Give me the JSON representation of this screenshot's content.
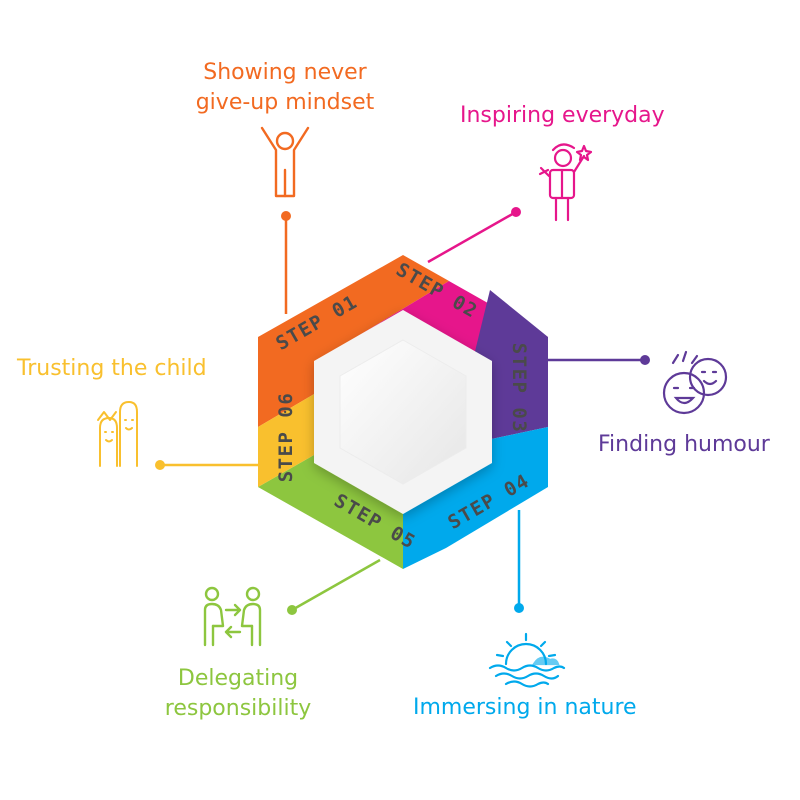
{
  "diagram": {
    "center_label": "",
    "steps": [
      {
        "id": "01",
        "label": "STEP 01",
        "title_line1": "Showing never",
        "title_line2": "give-up mindset",
        "color": "#F26A21",
        "icon": "person-arms-raised-icon"
      },
      {
        "id": "02",
        "label": "STEP 02",
        "title_line1": "Inspiring everyday",
        "title_line2": "",
        "color": "#E6168B",
        "icon": "person-with-star-wand-icon"
      },
      {
        "id": "03",
        "label": "STEP 03",
        "title_line1": "Finding humour",
        "title_line2": "",
        "color": "#5E3A98",
        "icon": "laughing-faces-icon"
      },
      {
        "id": "04",
        "label": "STEP 04",
        "title_line1": "Immersing in nature",
        "title_line2": "",
        "color": "#00A9EC",
        "icon": "sunset-over-sea-icon"
      },
      {
        "id": "05",
        "label": "STEP 05",
        "title_line1": "Delegating",
        "title_line2": "responsibility",
        "color": "#8DC63F",
        "icon": "people-exchanging-icon"
      },
      {
        "id": "06",
        "label": "STEP 06",
        "title_line1": "Trusting the child",
        "title_line2": "",
        "color": "#F9C02E",
        "icon": "adult-and-child-icon"
      }
    ]
  }
}
